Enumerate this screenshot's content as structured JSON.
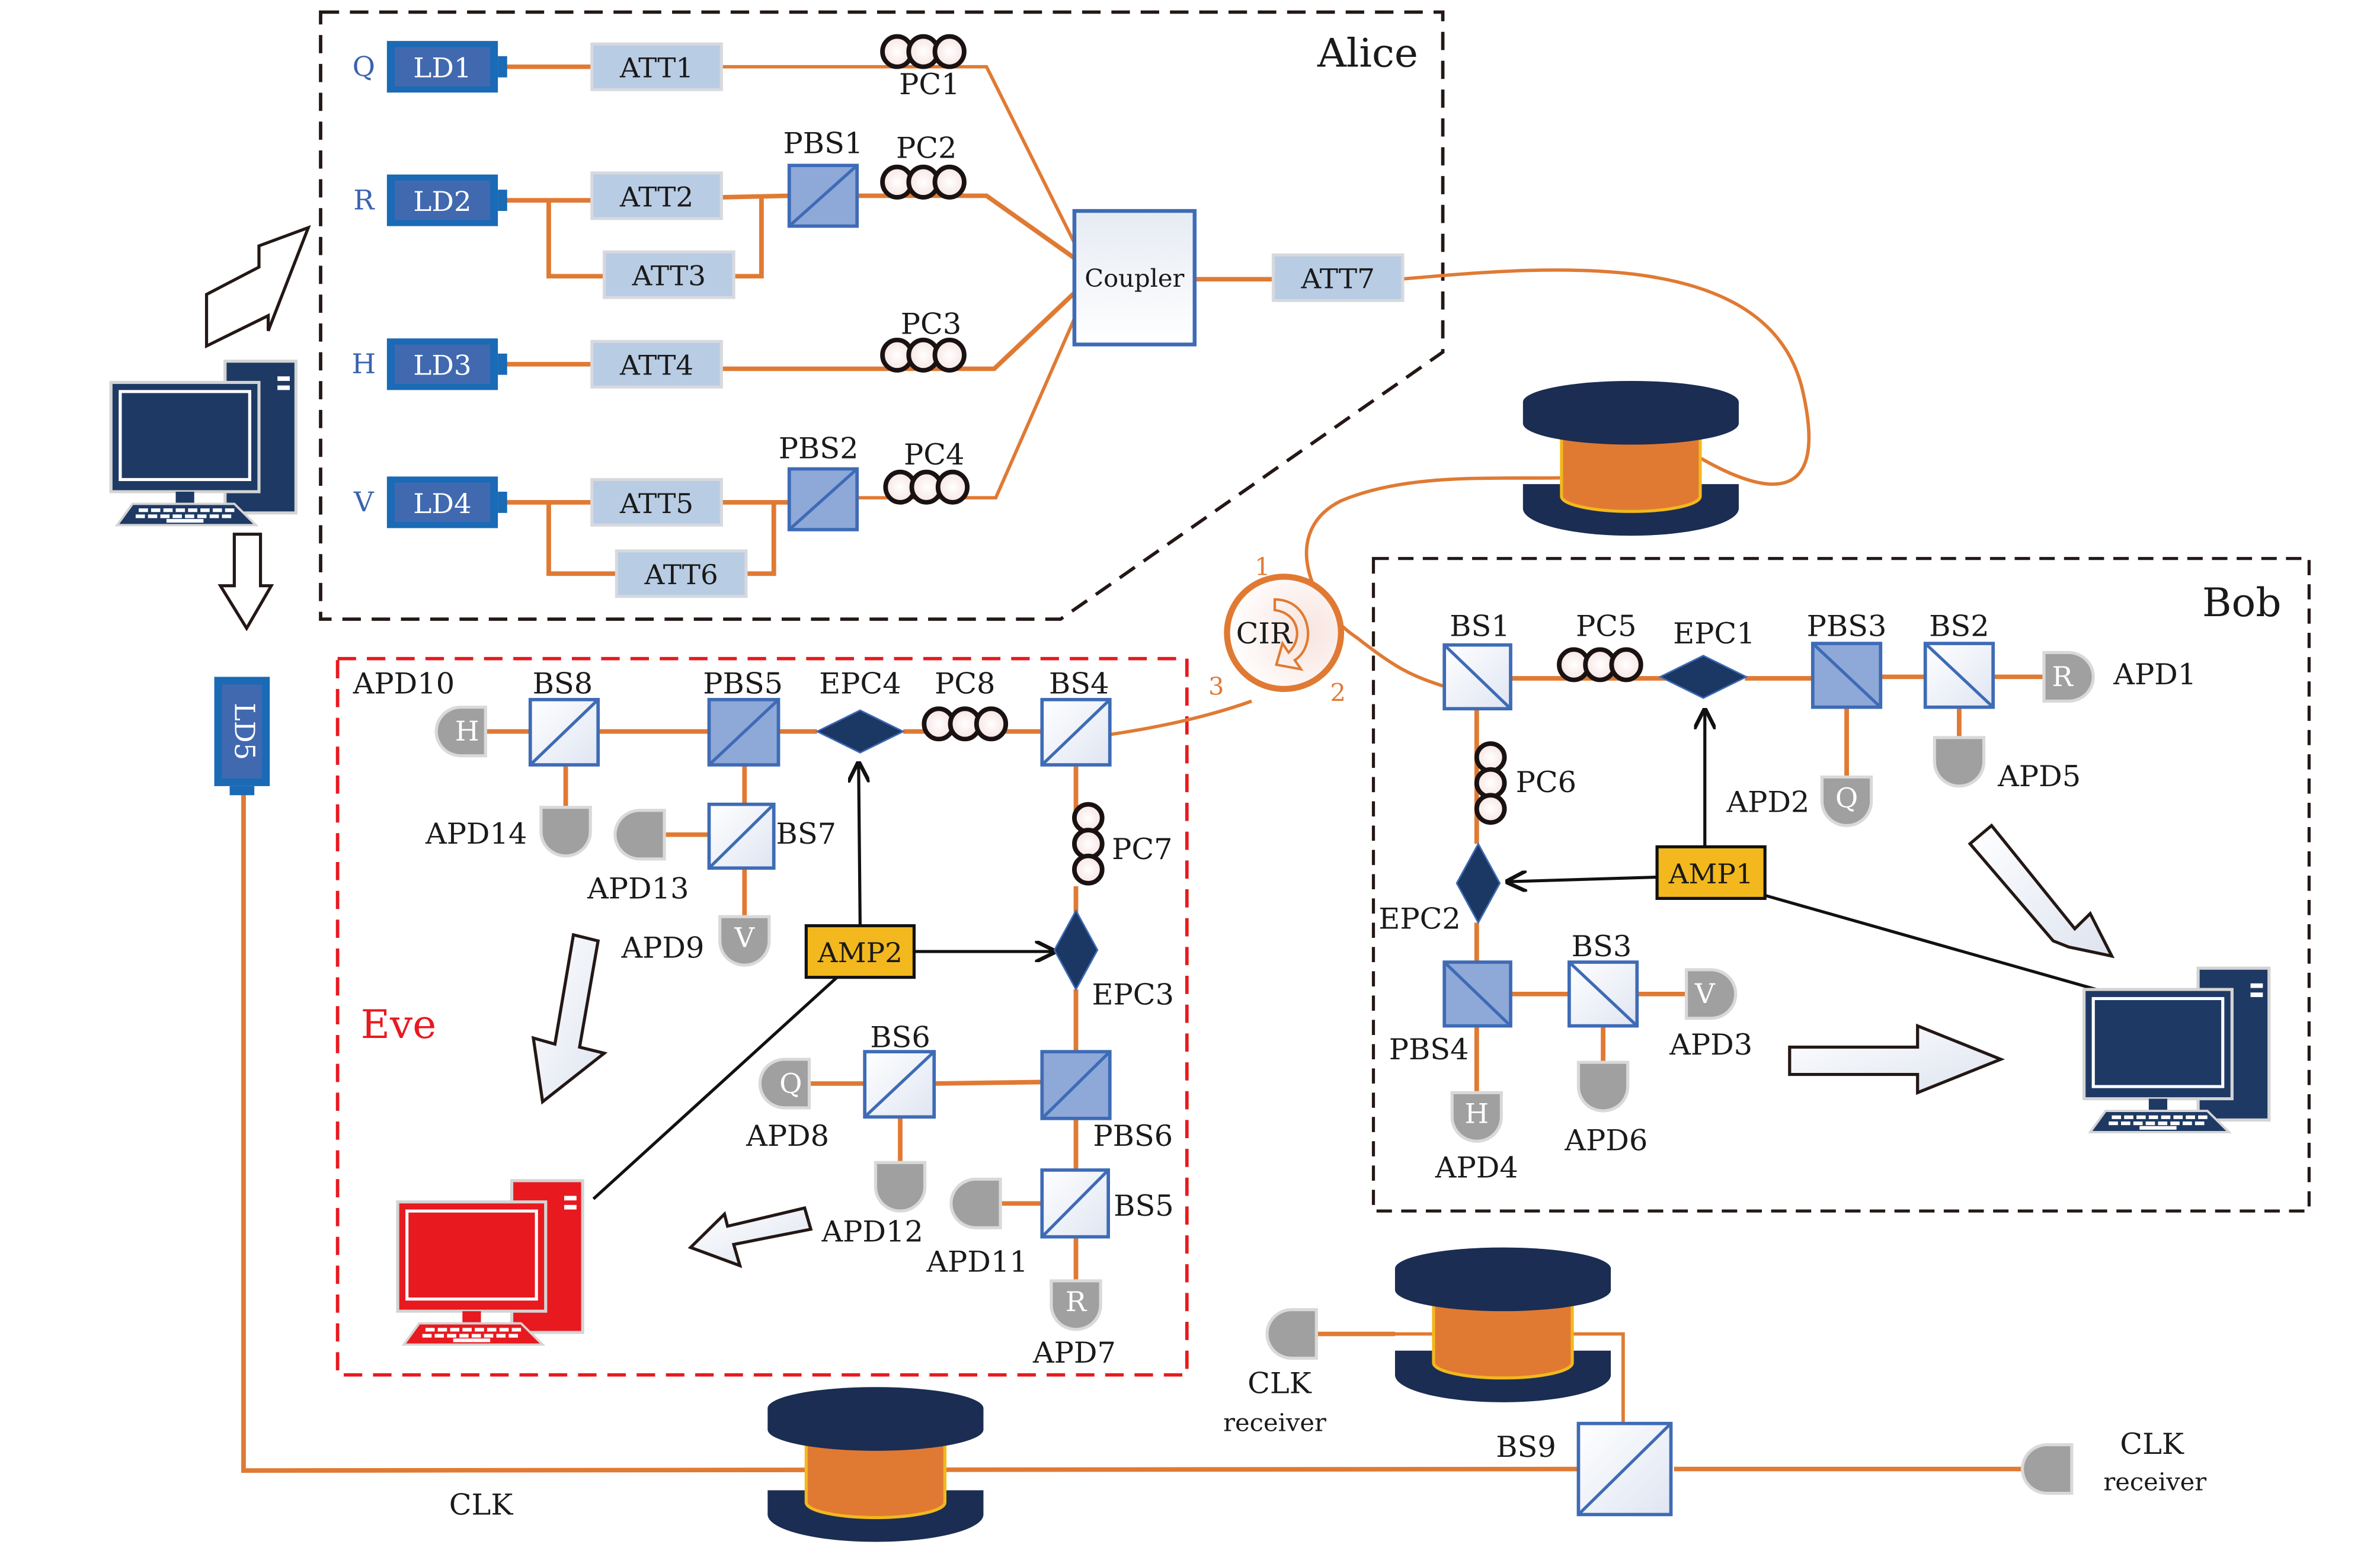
{
  "colors": {
    "fiber": "#e07a33",
    "laser_outer": "#1a6ab5",
    "laser_inner": "#4169b0",
    "attenuator": "#b8cce4",
    "splitter_border": "#3e6bb5",
    "pbs_fill": "#8ea8d8",
    "detector": "#a0a0a0",
    "epc": "#1b3763",
    "amp": "#f2b81d",
    "spool": "#1b2d52",
    "computer_blue": "#1e3a64",
    "computer_red": "#e8191f",
    "eve_border": "#e8191f",
    "box_border": "#231815"
  },
  "regions": {
    "alice": {
      "title": "Alice"
    },
    "bob": {
      "title": "Bob"
    },
    "eve": {
      "title": "Eve"
    }
  },
  "alice": {
    "lasers": [
      {
        "label": "LD1",
        "basis": "Q"
      },
      {
        "label": "LD2",
        "basis": "R"
      },
      {
        "label": "LD3",
        "basis": "H"
      },
      {
        "label": "LD4",
        "basis": "V"
      }
    ],
    "attenuators": [
      "ATT1",
      "ATT2",
      "ATT3",
      "ATT4",
      "ATT5",
      "ATT6",
      "ATT7"
    ],
    "pbs": [
      "PBS1",
      "PBS2"
    ],
    "polarization_controllers": [
      "PC1",
      "PC2",
      "PC3",
      "PC4"
    ],
    "coupler": "Coupler"
  },
  "circulator": {
    "label": "CIR",
    "ports": [
      "1",
      "2",
      "3"
    ]
  },
  "bob": {
    "beam_splitters": [
      "BS1",
      "BS2",
      "BS3"
    ],
    "pbs": [
      "PBS3",
      "PBS4"
    ],
    "polarization_controllers": [
      "PC5",
      "PC6"
    ],
    "epc": [
      "EPC1",
      "EPC2"
    ],
    "amp": "AMP1",
    "detectors": [
      {
        "label": "APD1",
        "basis": "R"
      },
      {
        "label": "APD2",
        "basis": "Q"
      },
      {
        "label": "APD3",
        "basis": "V"
      },
      {
        "label": "APD4",
        "basis": "H"
      },
      {
        "label": "APD5",
        "basis": ""
      },
      {
        "label": "APD6",
        "basis": ""
      }
    ]
  },
  "eve": {
    "beam_splitters": [
      "BS4",
      "BS5",
      "BS6",
      "BS7",
      "BS8"
    ],
    "pbs": [
      "PBS5",
      "PBS6"
    ],
    "polarization_controllers": [
      "PC7",
      "PC8"
    ],
    "epc": [
      "EPC3",
      "EPC4"
    ],
    "amp": "AMP2",
    "detectors": [
      {
        "label": "APD7",
        "basis": "R"
      },
      {
        "label": "APD8",
        "basis": "Q"
      },
      {
        "label": "APD9",
        "basis": "V"
      },
      {
        "label": "APD10",
        "basis": "H"
      },
      {
        "label": "APD11",
        "basis": ""
      },
      {
        "label": "APD12",
        "basis": ""
      },
      {
        "label": "APD13",
        "basis": ""
      },
      {
        "label": "APD14",
        "basis": ""
      }
    ]
  },
  "clock": {
    "laser": "LD5",
    "fiber_label": "CLK",
    "splitter": "BS9",
    "receivers": [
      {
        "line1": "CLK",
        "line2": "receiver"
      },
      {
        "line1": "CLK",
        "line2": "receiver"
      }
    ]
  }
}
